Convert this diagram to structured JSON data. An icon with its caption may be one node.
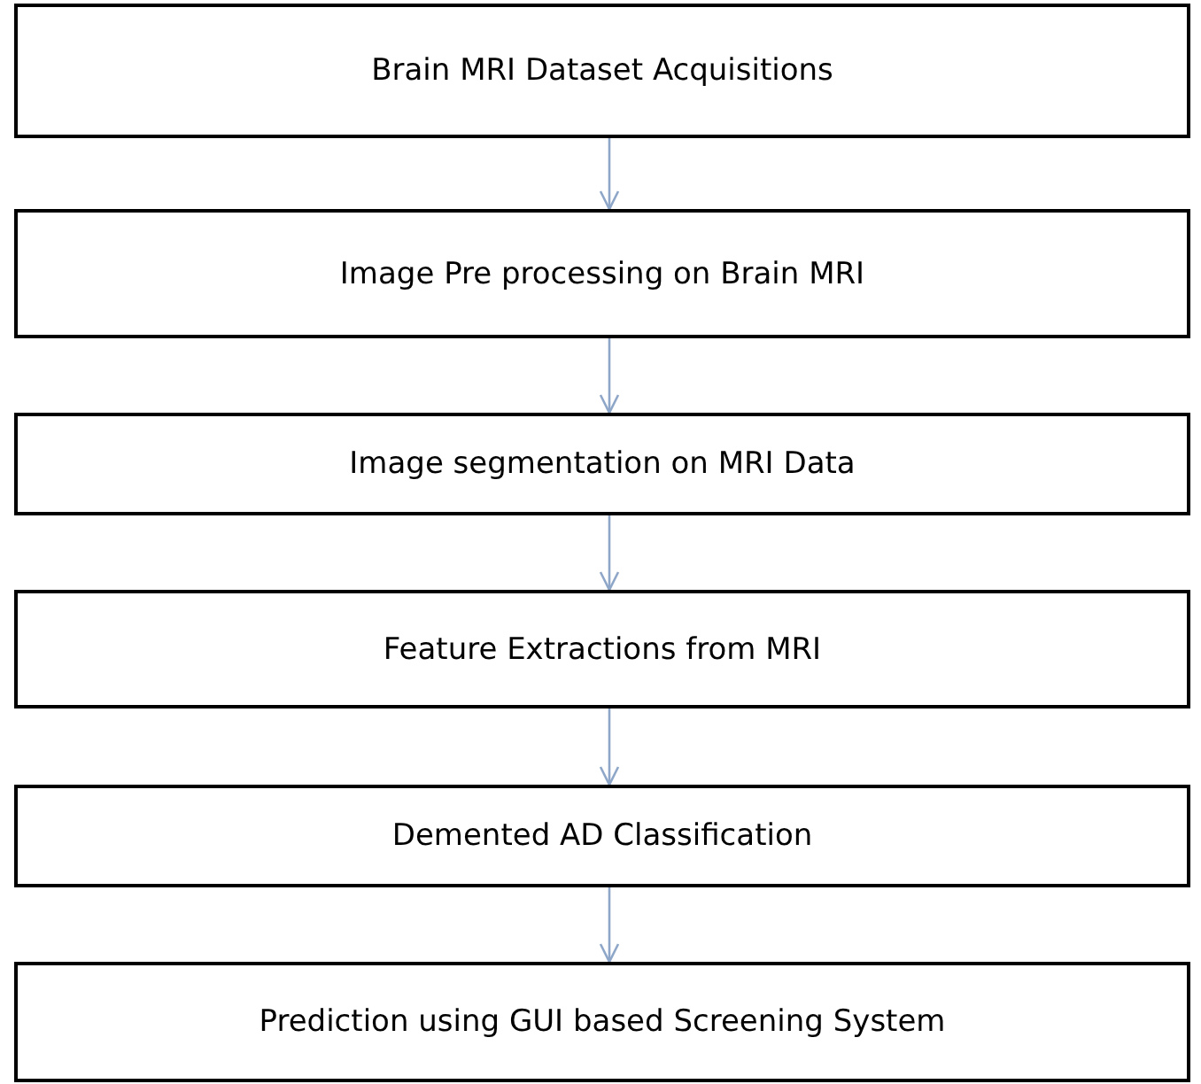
{
  "diagram": {
    "nodes": [
      {
        "text": [
          "Brain MRI Dataset Acquisitions"
        ]
      },
      {
        "text": [
          "Image Pre processing on Brain MRI"
        ]
      },
      {
        "text": [
          "Image segmentation on MRI Data"
        ]
      },
      {
        "text": [
          "Feature Extractions from MRI"
        ]
      },
      {
        "text": [
          "Demented AD Classification"
        ]
      },
      {
        "text": [
          "Prediction using GUI based Screening System"
        ]
      }
    ],
    "edges": [
      {
        "from": 0,
        "to": 1,
        "arrow": "to"
      },
      {
        "from": 1,
        "to": 2,
        "arrow": "to"
      },
      {
        "from": 2,
        "to": 3,
        "arrow": "to"
      },
      {
        "from": 3,
        "to": 4,
        "arrow": "to"
      },
      {
        "from": 4,
        "to": 5,
        "arrow": "to"
      }
    ]
  }
}
